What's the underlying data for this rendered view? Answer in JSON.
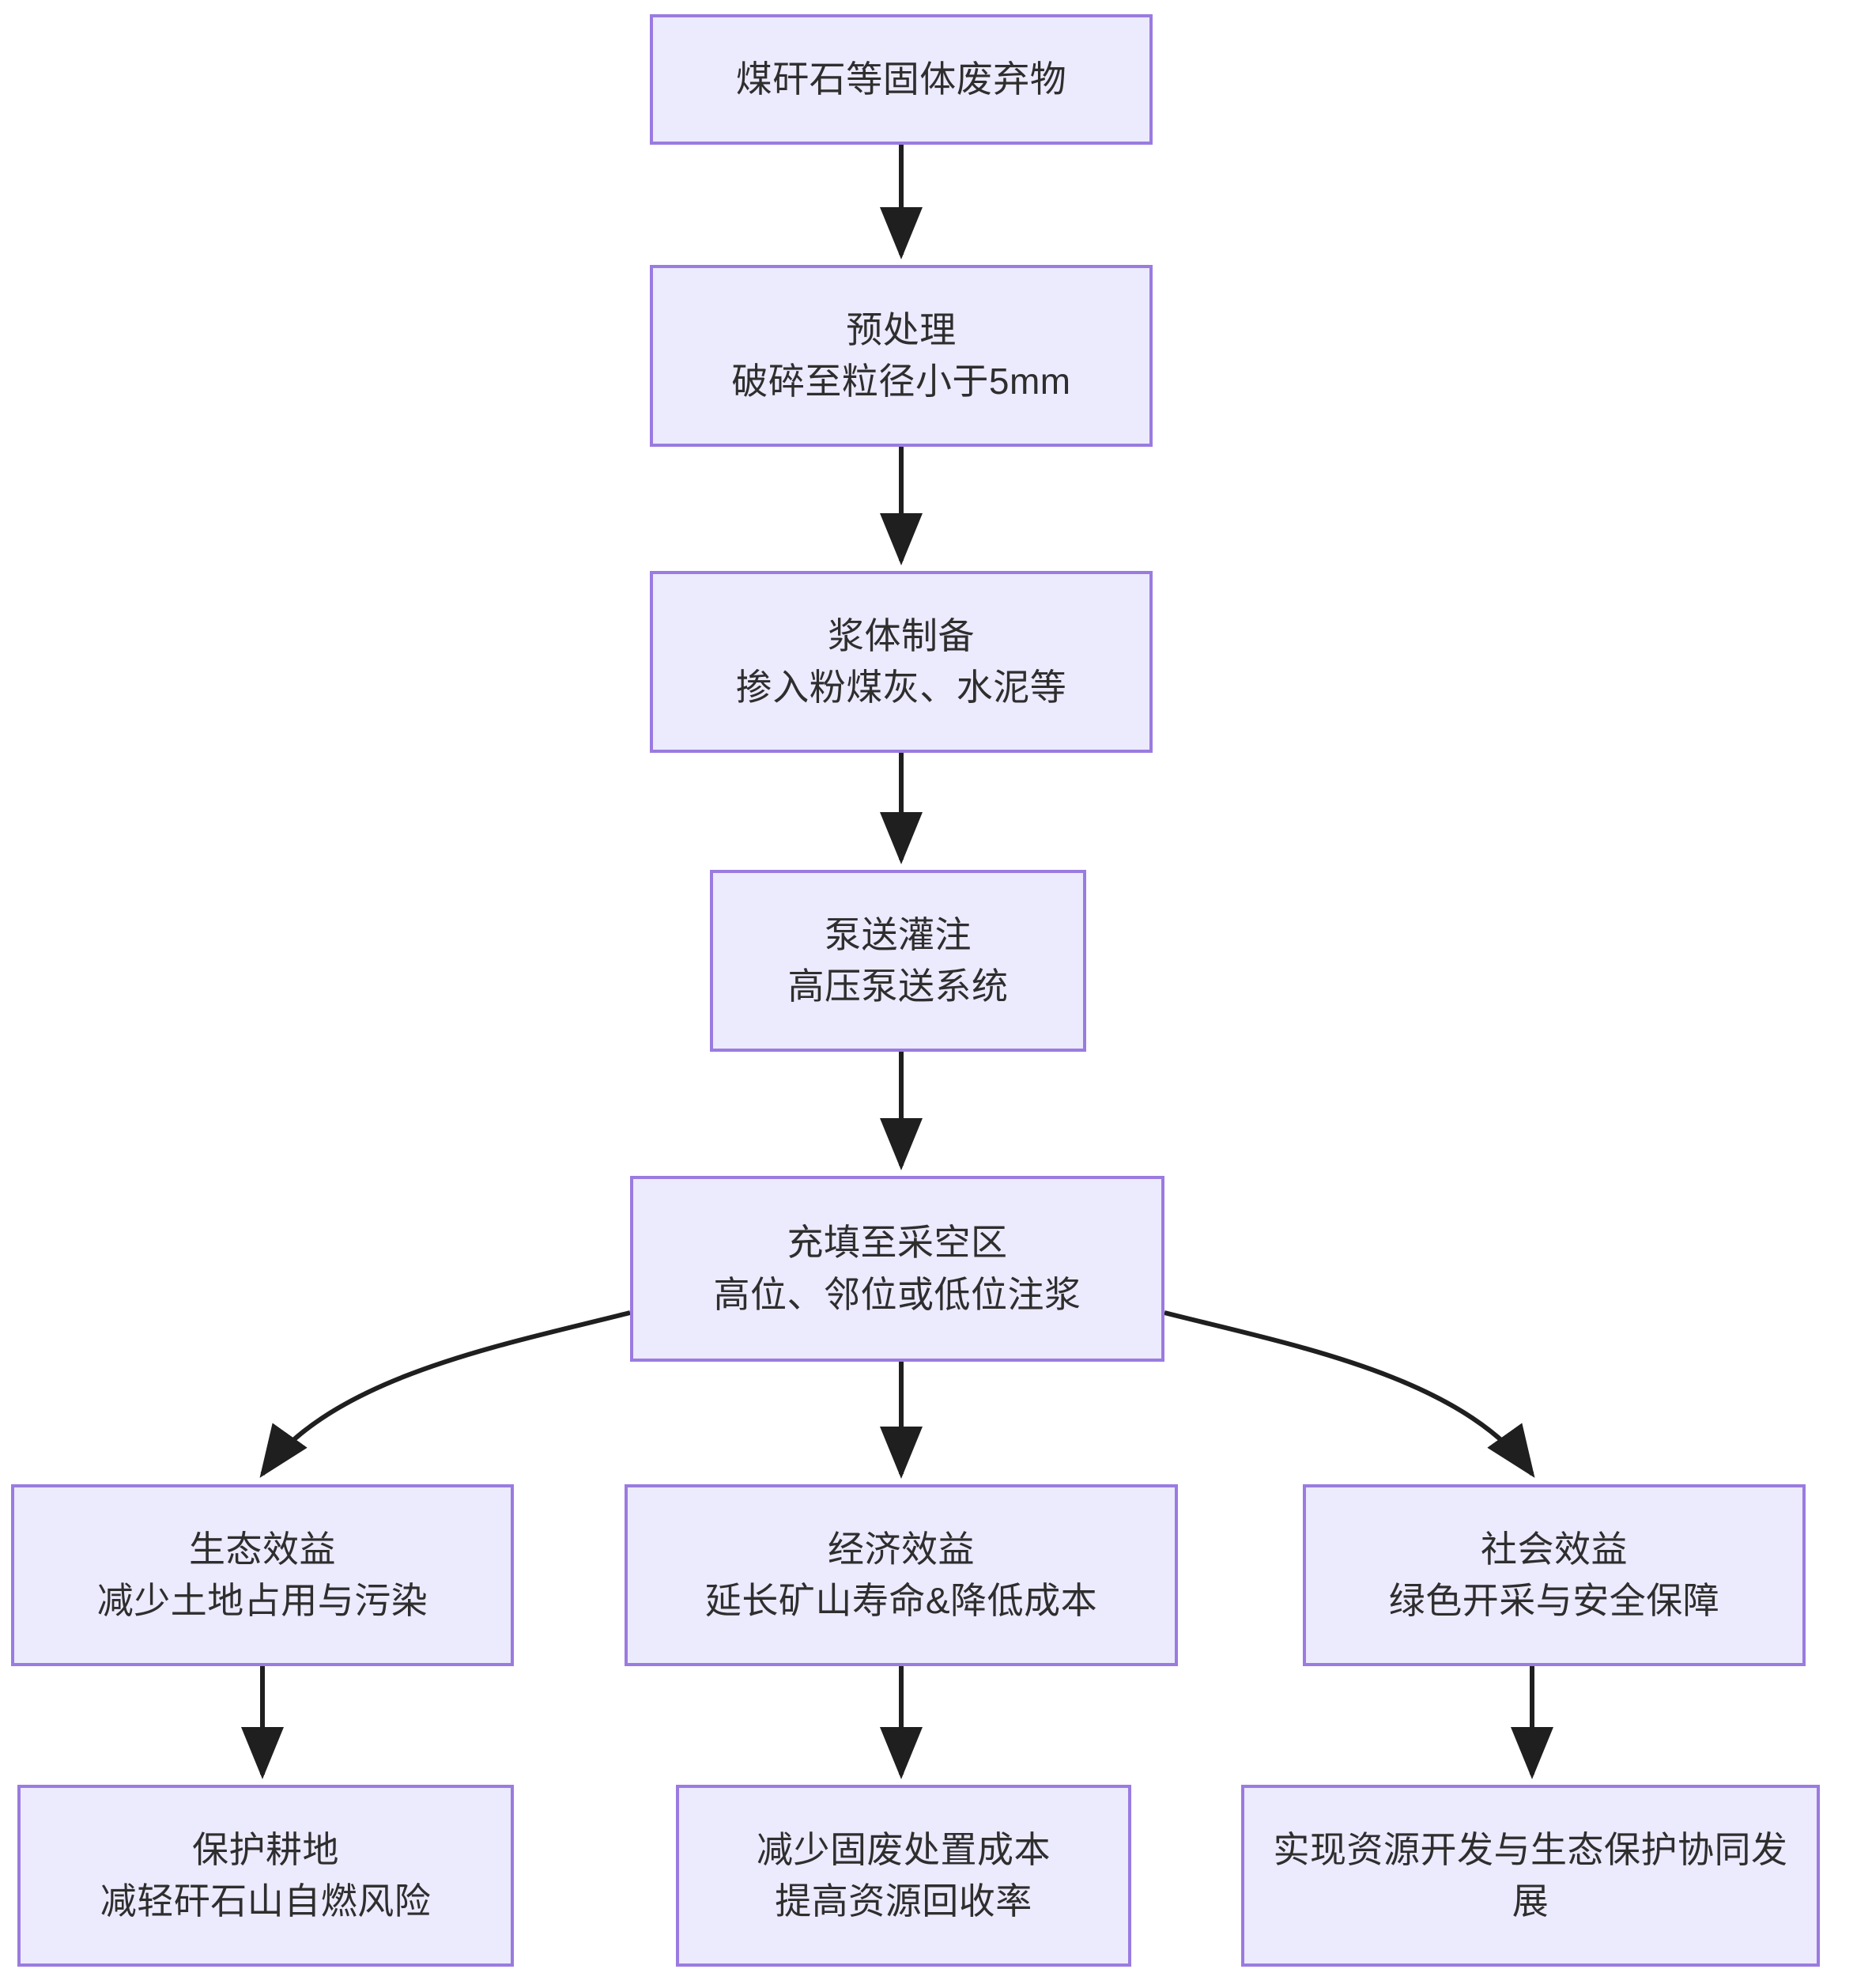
{
  "diagram": {
    "type": "flowchart",
    "orientation": "top-down",
    "theme": {
      "node_fill": "#ECEAFD",
      "node_border": "#9A7BE0",
      "edge_color": "#1f1f1f",
      "text_color": "#2e2e2e",
      "background": "#FFFFFF"
    },
    "nodes": [
      {
        "id": "waste",
        "lines": [
          "煤矸石等固体废弃物"
        ]
      },
      {
        "id": "pretreat",
        "lines": [
          "预处理",
          "破碎至粒径小于5mm"
        ]
      },
      {
        "id": "slurry",
        "lines": [
          "浆体制备",
          "掺入粉煤灰、水泥等"
        ]
      },
      {
        "id": "pump",
        "lines": [
          "泵送灌注",
          "高压泵送系统"
        ]
      },
      {
        "id": "fill",
        "lines": [
          "充填至采空区",
          "高位、邻位或低位注浆"
        ]
      },
      {
        "id": "eco",
        "lines": [
          "生态效益",
          "减少土地占用与污染"
        ]
      },
      {
        "id": "econ",
        "lines": [
          "经济效益",
          "延长矿山寿命&降低成本"
        ]
      },
      {
        "id": "social",
        "lines": [
          "社会效益",
          "绿色开采与安全保障"
        ]
      },
      {
        "id": "farmland",
        "lines": [
          "保护耕地",
          "减轻矸石山自燃风险"
        ]
      },
      {
        "id": "cost",
        "lines": [
          "减少固废处置成本",
          "提高资源回收率"
        ]
      },
      {
        "id": "synergy",
        "lines": [
          "实现资源开发与生态保护协同发展"
        ]
      }
    ],
    "edges": [
      {
        "from": "waste",
        "to": "pretreat",
        "style": "straight-arrow",
        "label": ""
      },
      {
        "from": "pretreat",
        "to": "slurry",
        "style": "straight-arrow",
        "label": ""
      },
      {
        "from": "slurry",
        "to": "pump",
        "style": "straight-arrow",
        "label": ""
      },
      {
        "from": "pump",
        "to": "fill",
        "style": "straight-arrow",
        "label": ""
      },
      {
        "from": "fill",
        "to": "eco",
        "style": "curved-arrow",
        "label": ""
      },
      {
        "from": "fill",
        "to": "econ",
        "style": "straight-arrow",
        "label": ""
      },
      {
        "from": "fill",
        "to": "social",
        "style": "curved-arrow",
        "label": ""
      },
      {
        "from": "eco",
        "to": "farmland",
        "style": "straight-arrow",
        "label": ""
      },
      {
        "from": "econ",
        "to": "cost",
        "style": "straight-arrow",
        "label": ""
      },
      {
        "from": "social",
        "to": "synergy",
        "style": "straight-arrow",
        "label": ""
      }
    ]
  }
}
